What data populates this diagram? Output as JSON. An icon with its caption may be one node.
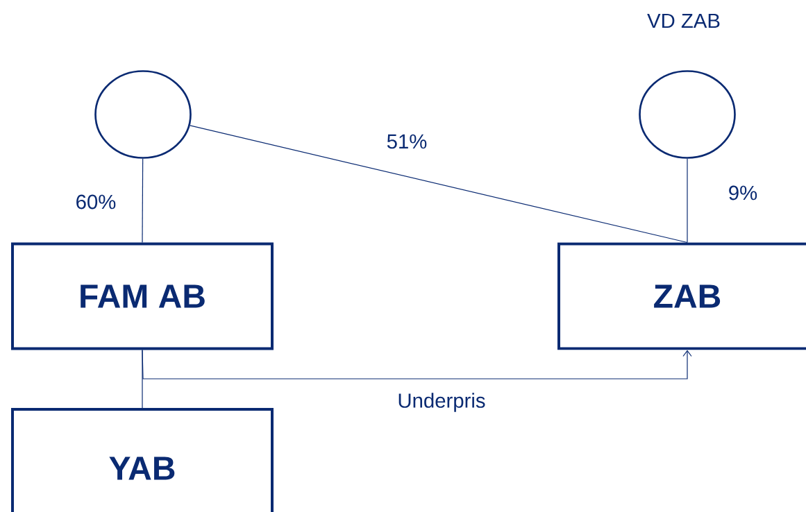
{
  "diagram": {
    "nodes": [
      {
        "text": [],
        "shape": "circle"
      },
      {
        "text": [
          "VD ZAB"
        ]
      },
      {
        "text": [
          "FAM AB"
        ]
      },
      {
        "text": [
          "ZAB"
        ]
      },
      {
        "text": [
          "YAB"
        ]
      }
    ],
    "edges": [
      {
        "from": 0,
        "to": 2,
        "arrow": "none",
        "label": "60%"
      },
      {
        "from": 0,
        "to": 3,
        "arrow": "none",
        "label": "51%"
      },
      {
        "from": 1,
        "to": 3,
        "arrow": "none",
        "label": "9%"
      },
      {
        "from": 2,
        "to": 4,
        "arrow": "none"
      },
      {
        "from": 2,
        "to": 3,
        "arrow": "to",
        "label": "Underpris"
      }
    ]
  }
}
